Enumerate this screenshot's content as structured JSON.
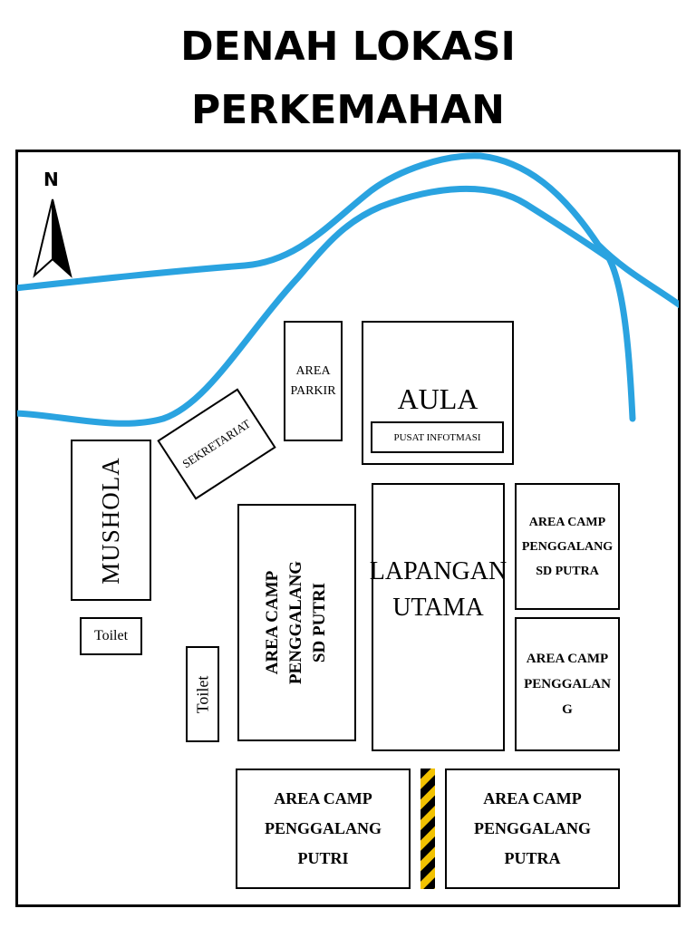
{
  "title": {
    "line1": "DENAH LOKASI",
    "line2": "PERKEMAHAN"
  },
  "compass": {
    "label": "N"
  },
  "colors": {
    "river": "#2aa3e0",
    "border": "#000000",
    "stripe_yellow": "#f2c200",
    "stripe_black": "#000000"
  },
  "areas": {
    "parkir": "AREA\nPARKIR",
    "aula": "AULA",
    "pusat_info": "PUSAT INFOTMASI",
    "sekretariat": "SEKRETARIAT",
    "mushola": "MUSHOLA",
    "toilet_1": "Toilet",
    "toilet_2": "Toilet",
    "sd_putri": "AREA CAMP\nPENGGALANG\nSD PUTRI",
    "lapangan": "LAPANGAN\nUTAMA",
    "sd_putra": "AREA CAMP\nPENGGALANG\nSD PUTRA",
    "penggalang": "AREA CAMP\nPENGGALAN\nG",
    "putri": "AREA CAMP\nPENGGALANG\nPUTRI",
    "putra": "AREA CAMP\nPENGGALANG\nPUTRA"
  }
}
